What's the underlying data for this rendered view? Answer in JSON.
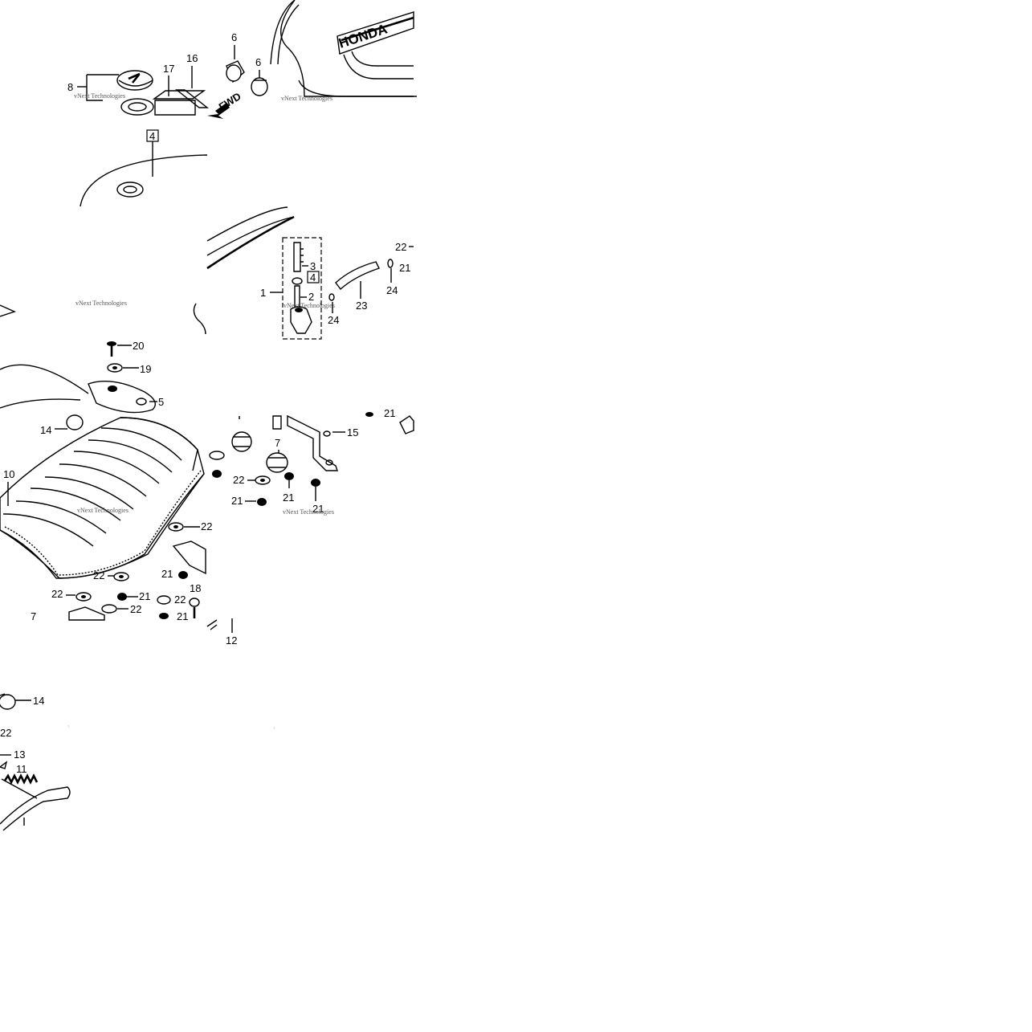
{
  "brand_text": "HONDA",
  "watermark": "vNext Technologies",
  "direction_label": "FWD",
  "callouts": {
    "c1": "1",
    "c2": "2",
    "c3": "3",
    "c4a": "4",
    "c4b": "4",
    "c5": "5",
    "c6a": "6",
    "c6b": "6",
    "c7a": "7",
    "c7b": "7",
    "c8": "8",
    "c10": "10",
    "c11": "11",
    "c12": "12",
    "c13": "13",
    "c14a": "14",
    "c14b": "14",
    "c15": "15",
    "c16": "16",
    "c17": "17",
    "c18": "18",
    "c19": "19",
    "c20": "20",
    "c21a": "21",
    "c21b": "21",
    "c21c": "21",
    "c21d": "21",
    "c21e": "21",
    "c21f": "21",
    "c21g": "21",
    "c21h": "21",
    "c22a": "22",
    "c22b": "22",
    "c22c": "22",
    "c22d": "22",
    "c22e": "22",
    "c22f": "22",
    "c22g": "22",
    "c23": "23",
    "c24a": "24",
    "c24b": "24"
  }
}
